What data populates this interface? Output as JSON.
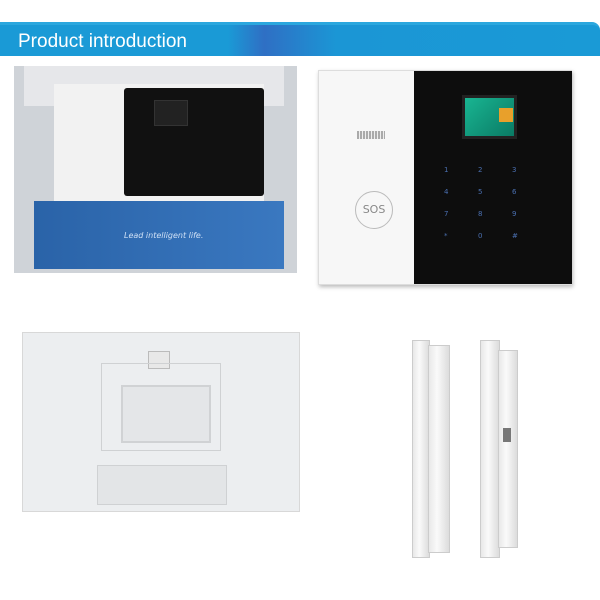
{
  "banner": {
    "title": "Product introduction",
    "color": "#1a9ad6"
  },
  "photos": {
    "boxed_panel": {
      "box_print": "Lead intelligent life."
    },
    "front_panel": {
      "sos_label": "SOS",
      "keys": [
        "1",
        "2",
        "3",
        "4",
        "5",
        "6",
        "7",
        "8",
        "9",
        "*",
        "0",
        "#"
      ]
    },
    "back_plate": {},
    "side_views": {}
  }
}
